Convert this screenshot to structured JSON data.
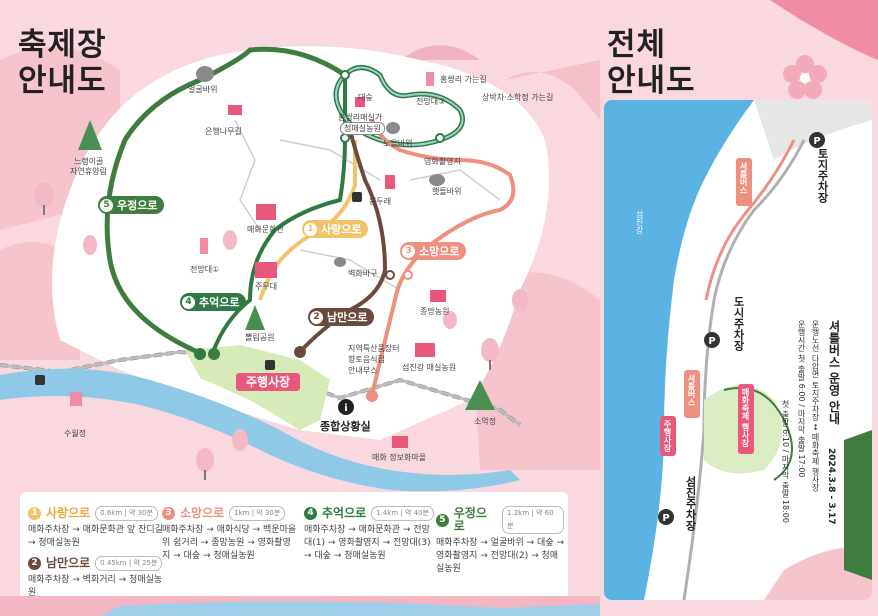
{
  "titles": {
    "festival_line1": "축제장",
    "festival_line2": "안내도",
    "overall_line1": "전체",
    "overall_line2": "안내도"
  },
  "routes": {
    "r1": {
      "num": "1",
      "name": "사랑으로",
      "color": "#f2c46a"
    },
    "r2": {
      "num": "2",
      "name": "남만으로",
      "color": "#6b4a3e"
    },
    "r3": {
      "num": "3",
      "name": "소망으로",
      "color": "#ef8f7f"
    },
    "r4": {
      "num": "4",
      "name": "추억으로",
      "color": "#2f7a44"
    },
    "r5": {
      "num": "5",
      "name": "우정으로",
      "color": "#3f7d3f"
    }
  },
  "places": {
    "eolgulbawi": "얼굴바위",
    "eunhaenamu": "은행나무길",
    "daesup": "대숲",
    "jeonmangdae3": "전망대③",
    "hongssangri": "홍쌍리매실가",
    "cheongmae": "청매실농원",
    "nolmabawi": "노을바위",
    "yeonghwa": "영화촬영지",
    "haetdol": "햇돌바위",
    "wonduraebawi": "원두래",
    "maehwa_munhwa": "매화문화관",
    "jeonmangdae1": "전망대①",
    "jumudae": "주무대",
    "byeokhwa": "벽화바구",
    "jongmang": "종망농원",
    "ppyeol": "뽈림공원",
    "food": "지역특산품장터",
    "food2": "향토음식점",
    "food3": "안내부스",
    "seomjin": "섬진강 매실농원",
    "sueol": "수월정",
    "somakjeong": "소악정",
    "jeongbo": "매화 정보화마을",
    "plaza": "주행사장",
    "info": "종합상황실",
    "road1": "홍쌍리 가는길",
    "road2": "상박차·소학정 가는길",
    "neutinamu": "느랭이골",
    "jayeon": "자연휴양림"
  },
  "legend": [
    {
      "num": "1",
      "name": "사랑으로",
      "dist": "0.6km | 약 30분",
      "desc": "매화주차장 → 매화문화관 앞 잔디길 → 청매실농원",
      "color": "#f2c46a"
    },
    {
      "num": "2",
      "name": "남만으로",
      "dist": "0.45km | 약 25분",
      "desc": "매화주차장 → 벽화거리 → 청매실농원",
      "color": "#6b4a3e"
    },
    {
      "num": "3",
      "name": "소망으로",
      "dist": "1km | 약 30분",
      "desc": "매화주차장 → 매화식당 → 백운마을 위 쉼거리 → 종망농원 → 영화촬영지 → 대숲 → 청매실농원",
      "color": "#ef8f7f"
    },
    {
      "num": "4",
      "name": "추억으로",
      "dist": "1.4km | 약 40분",
      "desc": "매화주차장 → 매화문화관 → 전망대(1) → 영화촬영지 → 전망대(3) → 대숲 → 청매실농원",
      "color": "#2f7a44"
    },
    {
      "num": "5",
      "name": "우정으로",
      "dist": "1.2km | 약 60분",
      "desc": "매화주차장 → 얼굴바위 → 대숲 → 영화촬영지 → 전망대(2) → 청매실농원",
      "color": "#3f7d3f"
    }
  ],
  "overall": {
    "river": "섬진강",
    "parking_toji": "토지주차장",
    "parking_dosi": "도시주차장",
    "parking_seomjin": "섬진주차장",
    "shuttle1": "셔틀버스",
    "shuttle2": "셔틀버스",
    "plaza": "주행사장",
    "festival_area": "매화축제 행사장",
    "bus_title": "셔틀버스 운영 안내",
    "bus_period": "2024.3.8 - 3.17",
    "bus_route": "운행노선  다압면 토지주차장 ↔ 매화축제 행사장",
    "bus_time": "운행시간  첫 출발 6:00 / 마지막 출발 17:00",
    "bus_time2": "첫 출발 6:10 / 마지막 출발 18:00"
  }
}
